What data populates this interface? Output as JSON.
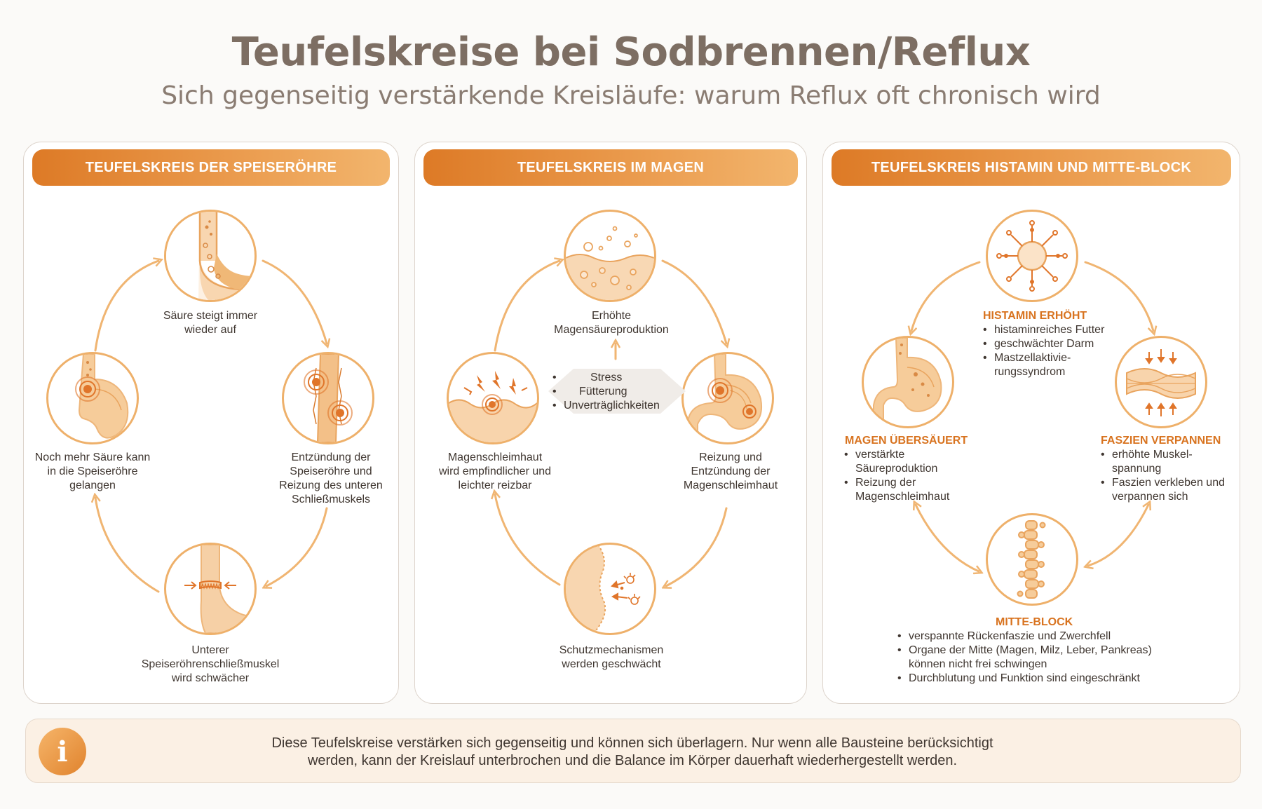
{
  "title": "Teufelskreise bei Sodbrennen/Reflux",
  "subtitle": "Sich gegenseitig verstärkende Kreisläufe: warum Reflux oft chronisch wird",
  "panels": [
    {
      "header": "TEUFELSKREIS DER SPEISERÖHRE",
      "nodes": {
        "top": [
          "Säure steigt immer",
          "wieder auf"
        ],
        "right": [
          "Entzündung der",
          "Speiseröhre und",
          "Reizung des unteren",
          "Schließmuskels"
        ],
        "bottom": [
          "Unterer",
          "Speiseröhrenschließmuskel",
          "wird schwächer"
        ],
        "left": [
          "Noch mehr Säure kann",
          "in die  Speiseröhre",
          "gelangen"
        ]
      }
    },
    {
      "header": "TEUFELSKREIS IM MAGEN",
      "nodes": {
        "top": [
          "Erhöhte",
          "Magensäureproduktion"
        ],
        "right": [
          "Reizung und",
          "Entzündung der",
          "Magenschleimhaut"
        ],
        "bottom": [
          "Schutzmechanismen",
          "werden geschwächt"
        ],
        "left": [
          "Magenschleimhaut",
          "wird empfindlicher und",
          "leichter reizbar"
        ]
      },
      "factors": [
        "Stress",
        "Fütterung",
        "Unverträglichkeiten"
      ]
    },
    {
      "header": "TEUFELSKREIS HISTAMIN UND MITTE-BLOCK",
      "histamin": {
        "title": "HISTAMIN ERHÖHT",
        "items": [
          "histaminreiches Futter",
          "geschwächter Darm",
          "Mastzellaktivie-rungssyndrom"
        ]
      },
      "magen": {
        "title": "MAGEN ÜBERSÄUERT",
        "items": [
          "verstärkte Säureproduktion",
          "Reizung der Magenschleimhaut"
        ]
      },
      "faszien": {
        "title": "FASZIEN VERPANNEN",
        "items": [
          "erhöhte Muskel-spannung",
          "Faszien verkleben und verpannen sich"
        ]
      },
      "mitte": {
        "title": "MITTE-BLOCK",
        "items": [
          "verspannte Rückenfaszie und Zwerchfell",
          "Organe der Mitte (Magen, Milz, Leber, Pankreas) können nicht frei schwingen",
          "Durchblutung und Funktion sind eingeschränkt"
        ]
      }
    }
  ],
  "info": {
    "icon": "info-icon",
    "line1": "Diese Teufelskreise verstärken sich gegenseitig und können sich überlagern. Nur wenn alle Bausteine berücksichtigt",
    "line2": "werden, kann der Kreislauf unterbrochen und die Balance im Körper dauerhaft wiederhergestellt werden."
  },
  "colors": {
    "accent": "#e07f2c",
    "light": "#f6c690",
    "stroke": "#eeb06a",
    "title": "#7d6e63"
  }
}
